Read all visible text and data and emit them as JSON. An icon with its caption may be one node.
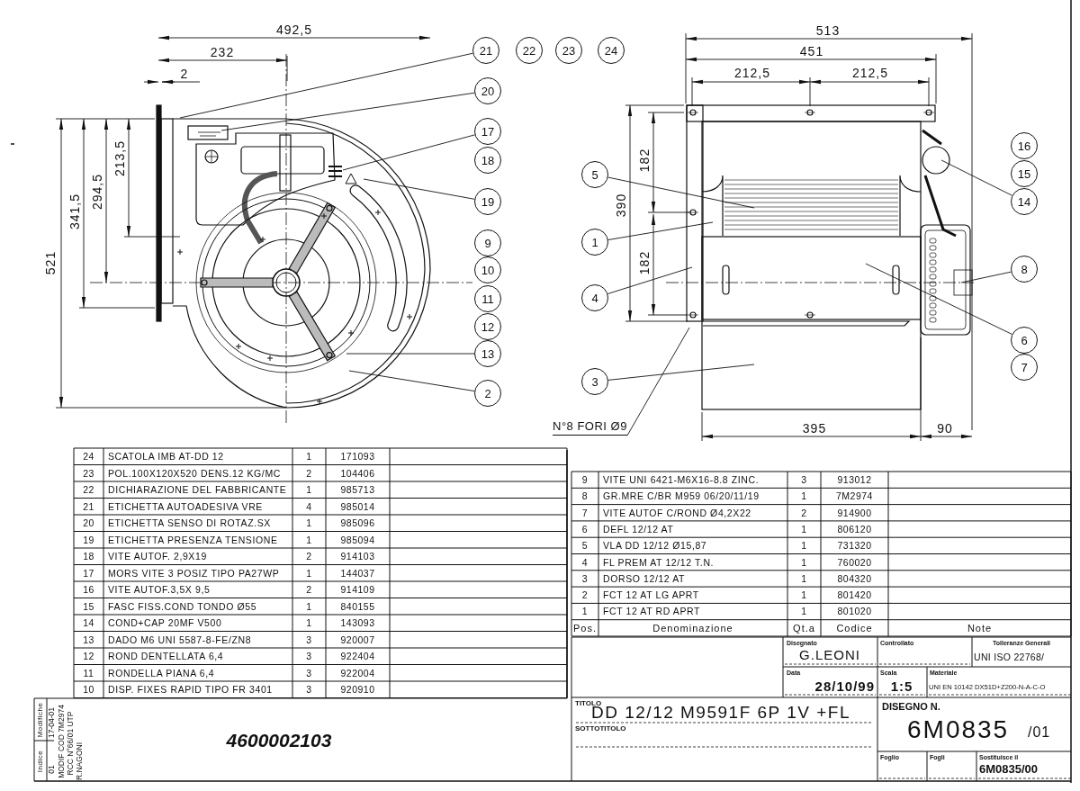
{
  "diagram": {
    "nodes": [
      {
        "text": [
          "21"
        ]
      },
      {
        "text": [
          "22"
        ]
      },
      {
        "text": [
          "23"
        ]
      },
      {
        "text": [
          "24"
        ]
      },
      {
        "text": [
          "20"
        ]
      },
      {
        "text": [
          "17"
        ]
      },
      {
        "text": [
          "18"
        ]
      },
      {
        "text": [
          "19"
        ]
      },
      {
        "text": [
          "9"
        ]
      },
      {
        "text": [
          "10"
        ]
      },
      {
        "text": [
          "11"
        ]
      },
      {
        "text": [
          "12"
        ]
      },
      {
        "text": [
          "13"
        ]
      },
      {
        "text": [
          "2"
        ]
      },
      {
        "text": [
          "16"
        ]
      },
      {
        "text": [
          "15"
        ]
      },
      {
        "text": [
          "14"
        ]
      },
      {
        "text": [
          "5"
        ]
      },
      {
        "text": [
          "1"
        ]
      },
      {
        "text": [
          "8"
        ]
      },
      {
        "text": [
          "4"
        ]
      },
      {
        "text": [
          "6"
        ]
      },
      {
        "text": [
          "7"
        ]
      },
      {
        "text": [
          "3"
        ]
      },
      {
        "text": [
          "N°8 FORI Ø9"
        ]
      }
    ],
    "edges": [
      {
        "from": 0,
        "to": null,
        "arrow": "none"
      },
      {
        "from": 4,
        "to": null,
        "arrow": "none"
      },
      {
        "from": 5,
        "to": null,
        "arrow": "none"
      },
      {
        "from": 7,
        "to": null,
        "arrow": "none"
      },
      {
        "from": 12,
        "to": null,
        "arrow": "none"
      },
      {
        "from": 13,
        "to": null,
        "arrow": "none"
      },
      {
        "from": 16,
        "to": null,
        "arrow": "none"
      },
      {
        "from": 17,
        "to": null,
        "arrow": "none"
      },
      {
        "from": 18,
        "to": null,
        "arrow": "none"
      },
      {
        "from": 19,
        "to": null,
        "arrow": "none"
      },
      {
        "from": 20,
        "to": null,
        "arrow": "none"
      },
      {
        "from": 21,
        "to": null,
        "arrow": "none"
      },
      {
        "from": 23,
        "to": null,
        "arrow": "none"
      },
      {
        "from": 24,
        "to": null,
        "arrow": "none"
      }
    ],
    "labels": [
      "492,5",
      "232",
      "2",
      "521",
      "341,5",
      "294,5",
      "213,5",
      "513",
      "451",
      "212,5",
      "212,5",
      "182",
      "390",
      "182",
      "395",
      "90",
      "24",
      "SCATOLA IMB AT-DD 12",
      "1",
      "171093",
      "23",
      "POL.100X120X520 DENS.12 KG/MC",
      "2",
      "104406",
      "22",
      "DICHIARAZIONE DEL FABBRICANTE",
      "1",
      "985713",
      "21",
      "ETICHETTA AUTOADESIVA VRE",
      "4",
      "985014",
      "20",
      "ETICHETTA SENSO DI ROTAZ.SX",
      "1",
      "985096",
      "19",
      "ETICHETTA PRESENZA TENSIONE",
      "1",
      "985094",
      "18",
      "VITE AUTOF. 2,9X19",
      "2",
      "914103",
      "17",
      "MORS VITE 3 POSIZ TIPO PA27WP",
      "1",
      "144037",
      "16",
      "VITE AUTOF.3,5X 9,5",
      "2",
      "914109",
      "15",
      "FASC FISS.COND TONDO Ø55",
      "1",
      "840155",
      "14",
      "COND+CAP 20MF V500",
      "1",
      "143093",
      "13",
      "DADO M6 UNI 5587-8-FE/ZN8",
      "3",
      "920007",
      "12",
      "ROND DENTELLATA 6,4",
      "3",
      "922404",
      "11",
      "RONDELLA PIANA 6,4",
      "3",
      "922004",
      "10",
      "DISP. FIXES RAPID TIPO FR 3401",
      "3",
      "920910",
      "9",
      "VITE UNI 6421-M6X16-8.8 ZINC.",
      "3",
      "913012",
      "8",
      "GR.MRE C/BR M959 06/20/11/19",
      "1",
      "7M2974",
      "7",
      "VITE AUTOF C/ROND Ø4,2X22",
      "2",
      "914900",
      "6",
      "DEFL 12/12 AT",
      "1",
      "806120",
      "5",
      "VLA DD 12/12 Ø15,87",
      "1",
      "731320",
      "4",
      "FL PREM AT 12/12 T.N.",
      "1",
      "760020",
      "3",
      "DORSO 12/12 AT",
      "1",
      "804320",
      "2",
      "FCT 12 AT LG APRT",
      "1",
      "801420",
      "1",
      "FCT 12 AT RD APRT",
      "1",
      "801020",
      "Pos.",
      "Denominazione",
      "Qt.a",
      "Codice",
      "Note",
      "Disegnato",
      "G.LEONI",
      "Controllato",
      "Tolleranze Generali",
      "UNI ISO 22768/",
      "Data",
      "28/10/99",
      "Scala",
      "1:5",
      "Materiale",
      "UNI EN 10142 DX51D+Z200-N-A-C-O",
      "TITOLO",
      "DD 12/12 M9591F 6P 1V +FL",
      "SOTTOTITOLO",
      "DISEGNO N.",
      "6M0835",
      "/01",
      "Foglio",
      "Fogli",
      "Sostituisce il",
      "6M0835/00",
      "Modifiche",
      "Indice",
      "01",
      "17-04-01",
      "MODIF COD 7M2974",
      "RCC N°66/01 UTP",
      "R.NAGONI",
      "4600002103"
    ]
  }
}
